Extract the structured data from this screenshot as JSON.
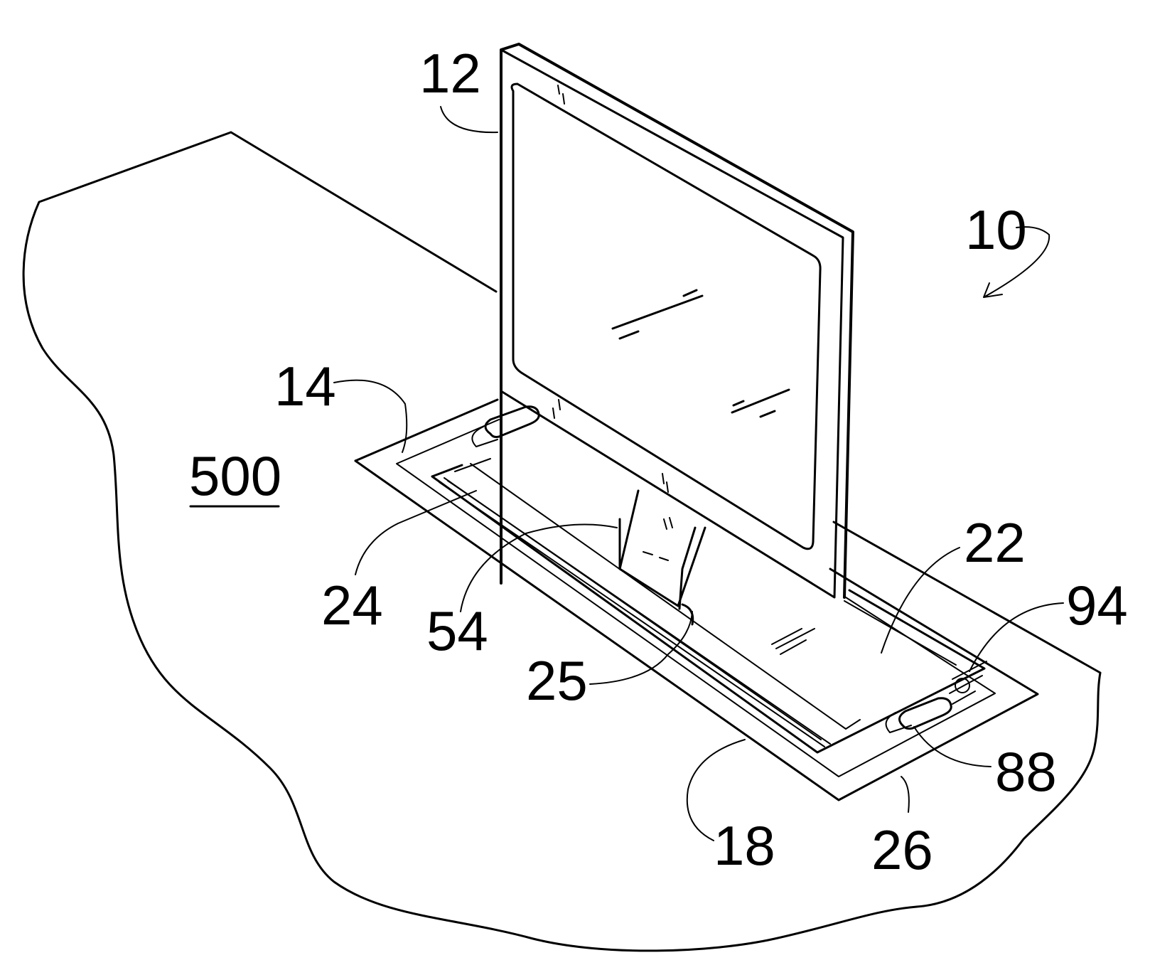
{
  "figure": {
    "labels": {
      "monitor": "12",
      "assembly": "10",
      "frame": "14",
      "surface": "500",
      "rail": "24",
      "stand": "54",
      "panel": "22",
      "bracket": "25",
      "knob": "94",
      "latch": "88",
      "cover": "18",
      "rim": "26"
    },
    "stroke_color": "#000000",
    "background_color": "#ffffff"
  }
}
